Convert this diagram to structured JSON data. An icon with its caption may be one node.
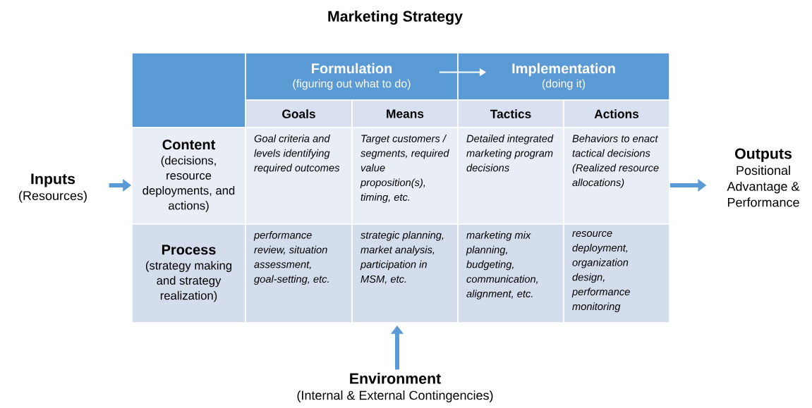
{
  "diagram": {
    "title": "Marketing Strategy",
    "nodes": [
      {
        "text": [],
        "shape": "box"
      },
      {
        "text": [
          "Formulation",
          "(figuring out what to do)"
        ]
      },
      {
        "text": [
          "Implementation",
          "(doing it)"
        ]
      },
      {
        "text": [
          "Goals"
        ]
      },
      {
        "text": [
          "Means"
        ]
      },
      {
        "text": [
          "Tactics"
        ]
      },
      {
        "text": [
          "Actions"
        ]
      },
      {
        "text": [
          "Inputs",
          "(Resources)"
        ]
      },
      {
        "text": [
          "Content",
          "(decisions, resource deployments, and actions)"
        ]
      },
      {
        "text": [
          "Goal criteria and levels identifying required outcomes"
        ]
      },
      {
        "text": [
          "Target customers / segments, required value proposition(s), timing, etc."
        ]
      },
      {
        "text": [
          "Detailed integrated marketing program decisions"
        ]
      },
      {
        "text": [
          "Behaviors to enact tactical decisions (Realized resource allocations)"
        ]
      },
      {
        "text": [
          "Outputs",
          "Positional Advantage & Performance"
        ]
      },
      {
        "text": [
          "Process",
          "(strategy making and strategy realization)"
        ]
      },
      {
        "text": [
          "performance review, situation assessment, goal-setting, etc."
        ]
      },
      {
        "text": [
          "strategic planning, market analysis, participation in MSM, etc."
        ]
      },
      {
        "text": [
          "marketing mix planning, budgeting, communication, alignment, etc."
        ]
      },
      {
        "text": [
          "resource deployment, organization design, performance monitoring"
        ]
      },
      {
        "text": [
          "Environment",
          "(Internal & External Contingencies)"
        ]
      }
    ],
    "edges": [
      {
        "from": 1,
        "to": 2,
        "arrow": "to",
        "color": "#ffffff"
      },
      {
        "from": 7,
        "to": 8,
        "arrow": "to"
      },
      {
        "from": 12,
        "to": 13,
        "arrow": "to"
      },
      {
        "from": 19,
        "to": 16,
        "arrow": "to"
      }
    ]
  }
}
